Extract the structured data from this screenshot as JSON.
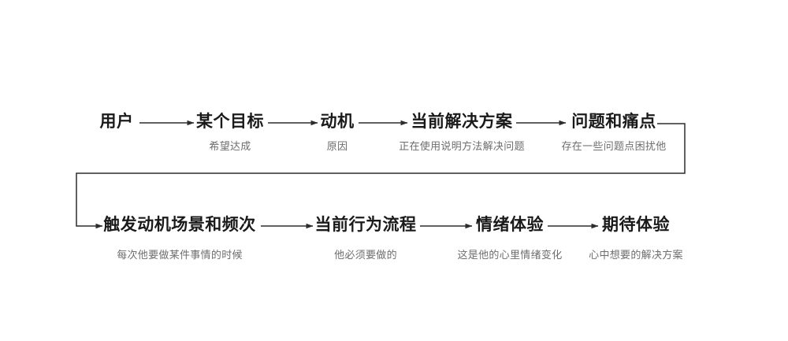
{
  "flow": {
    "row1": [
      {
        "title": "用户"
      },
      {
        "title": "某个目标",
        "subtitle": "希望达成"
      },
      {
        "title": "动机",
        "subtitle": "原因"
      },
      {
        "title": "当前解决方案",
        "subtitle": "正在使用说明方法解决问题"
      },
      {
        "title": "问题和痛点",
        "subtitle": "存在一些问题点困扰他"
      }
    ],
    "row2": [
      {
        "title": "触发动机场景和频次",
        "subtitle": "每次他要做某件事情的时候"
      },
      {
        "title": "当前行为流程",
        "subtitle": "他必须要做的"
      },
      {
        "title": "情绪体验",
        "subtitle": "这是他的心里情绪变化"
      },
      {
        "title": "期待体验",
        "subtitle": "心中想要的解决方案"
      }
    ],
    "colors": {
      "title": "#1a1a1a",
      "subtitle": "#6e6e6e",
      "line": "#2d2d2d",
      "background": "#ffffff"
    }
  }
}
